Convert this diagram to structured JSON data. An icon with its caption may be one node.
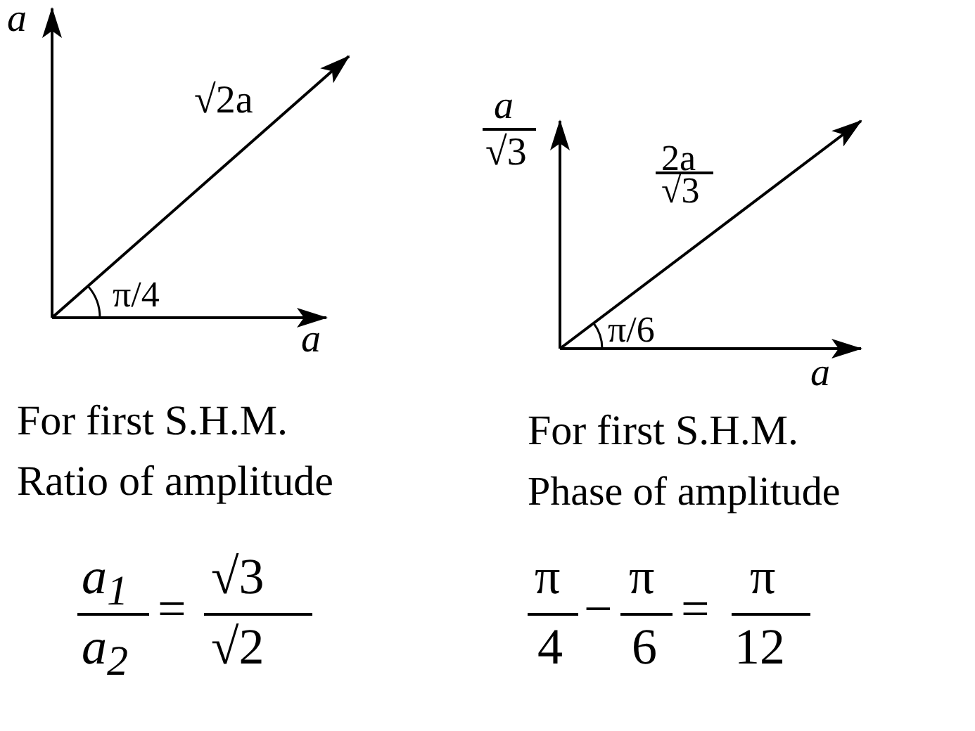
{
  "diagram": {
    "labels": [
      "a",
      "√2a",
      "π/4",
      "a",
      "a",
      "√3",
      "2a",
      "√3",
      "π/6",
      "a",
      "For first S.H.M.",
      "Ratio of amplitude",
      "For first S.H.M.",
      "Phase of amplitude",
      "a$_{1}$",
      "a$_{2}$",
      "=",
      "√3",
      "√2",
      "π",
      "4",
      "−",
      "π",
      "6",
      "=",
      "π",
      "12"
    ]
  }
}
